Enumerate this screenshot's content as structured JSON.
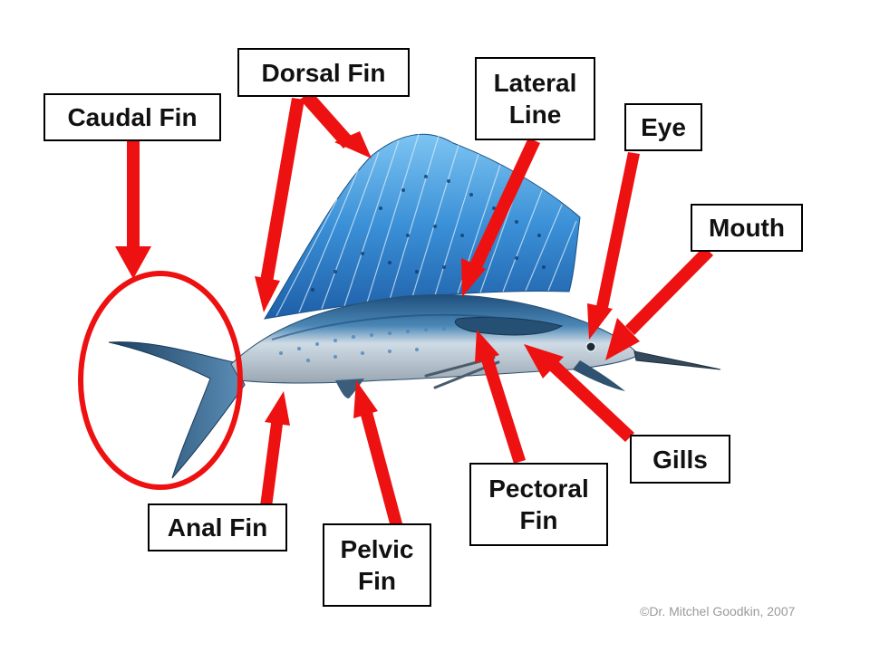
{
  "labels": {
    "caudal_fin": "Caudal Fin",
    "dorsal_fin": "Dorsal Fin",
    "lateral_line": [
      "Lateral",
      "Line"
    ],
    "eye": "Eye",
    "mouth": "Mouth",
    "gills": "Gills",
    "pectoral_fin": [
      "Pectoral",
      "Fin"
    ],
    "pelvic_fin": [
      "Pelvic",
      "Fin"
    ],
    "anal_fin": "Anal Fin"
  },
  "credit": "©Dr. Mitchel Goodkin, 2007",
  "colors": {
    "arrow": "#ee1111",
    "sail": "#3a8fd6",
    "body_top": "#2d5f8f",
    "belly": "#dfe6ec",
    "tail": "#2a5a82"
  }
}
